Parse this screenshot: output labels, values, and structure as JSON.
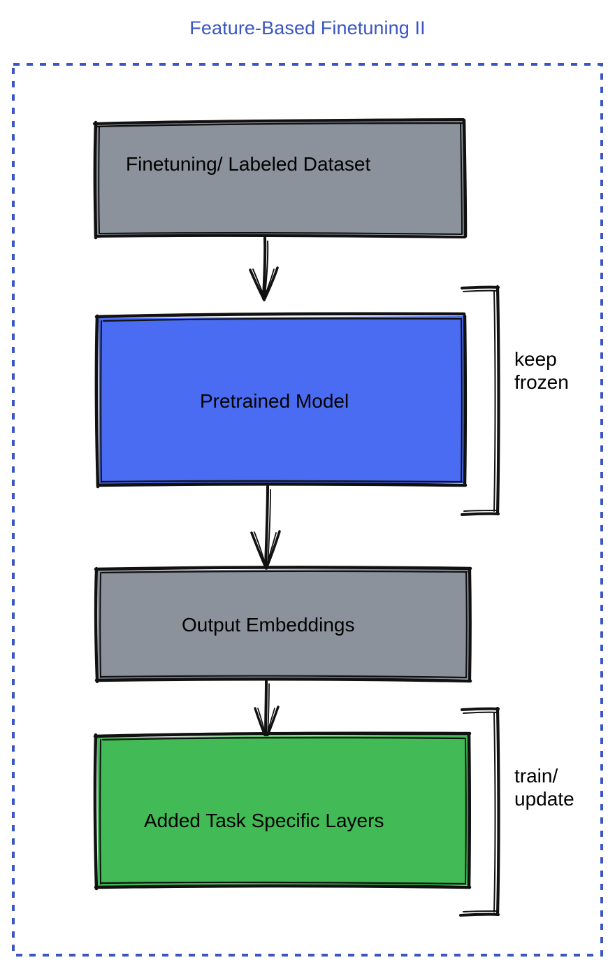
{
  "title": "Feature-Based Finetuning II",
  "frame": {
    "style": "dashed",
    "color": "#3b56c4",
    "name": "outer-dashed-frame"
  },
  "colors": {
    "title": "#3b56c4",
    "frame_border": "#3b56c4",
    "gray_fill": "#8b929b",
    "blue_fill": "#4a6cf2",
    "green_fill": "#42bb56",
    "stroke": "#111111",
    "background": "#ffffff"
  },
  "nodes": [
    {
      "id": "dataset",
      "label": "Finetuning/ Labeled Dataset",
      "fill": "#8b929b",
      "shape": "rectangle"
    },
    {
      "id": "pretrained",
      "label": "Pretrained Model",
      "fill": "#4a6cf2",
      "shape": "rectangle"
    },
    {
      "id": "embeddings",
      "label": "Output Embeddings",
      "fill": "#8b929b",
      "shape": "rectangle"
    },
    {
      "id": "layers",
      "label": "Added Task Specific Layers",
      "fill": "#42bb56",
      "shape": "rectangle"
    }
  ],
  "edges": [
    {
      "id": "edge-dataset-pretrained",
      "from": "dataset",
      "to": "pretrained",
      "label": ""
    },
    {
      "id": "edge-pretrained-embeddings",
      "from": "pretrained",
      "to": "embeddings",
      "label": ""
    },
    {
      "id": "edge-embeddings-layers",
      "from": "embeddings",
      "to": "layers",
      "label": ""
    }
  ],
  "brackets": [
    {
      "id": "bracket-keep-frozen",
      "label": "keep\nfrozen",
      "targets": [
        "pretrained"
      ]
    },
    {
      "id": "bracket-train-update",
      "label": "train/\nupdate",
      "targets": [
        "layers"
      ]
    }
  ]
}
